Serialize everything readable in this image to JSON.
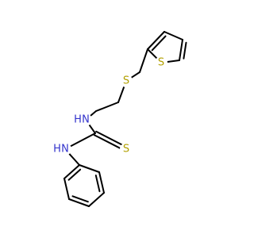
{
  "colors": {
    "background": "#ffffff",
    "bond": "#000000",
    "nitrogen": "#3333cc",
    "sulfur": "#b2a000"
  },
  "atoms": {
    "S_thiophene": {
      "element": "S"
    },
    "S_thioether": {
      "element": "S"
    },
    "N_upper": {
      "element": "N",
      "hydrogen": "H"
    },
    "N_lower": {
      "element": "N",
      "hydrogen": "H"
    },
    "S_thione": {
      "element": "S"
    }
  }
}
